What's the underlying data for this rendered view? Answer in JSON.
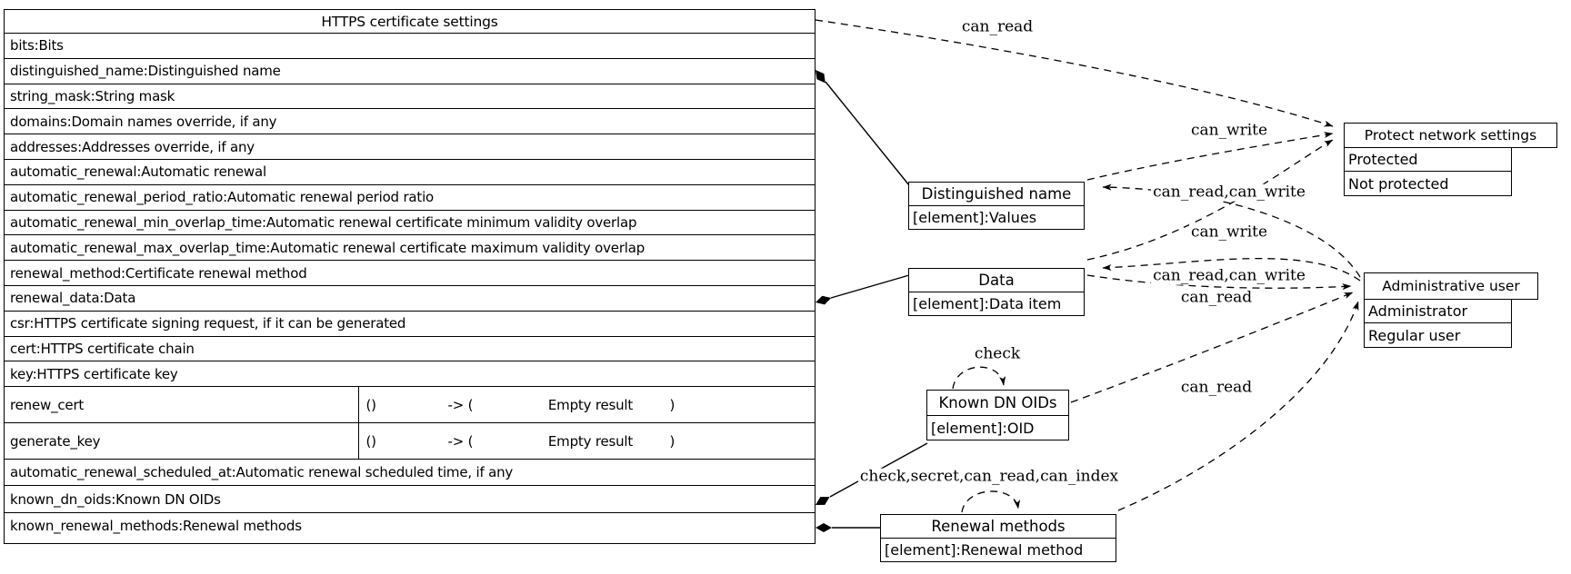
{
  "main_table": {
    "title": "HTTPS certificate settings",
    "rows_top": [
      "bits:Bits",
      "distinguished_name:Distinguished name",
      "string_mask:String mask",
      "domains:Domain names override, if any",
      "addresses:Addresses override, if any",
      "automatic_renewal:Automatic renewal",
      "automatic_renewal_period_ratio:Automatic renewal period ratio",
      "automatic_renewal_min_overlap_time:Automatic renewal certificate minimum validity overlap",
      "automatic_renewal_max_overlap_time:Automatic renewal certificate maximum validity overlap",
      "renewal_method:Certificate renewal method",
      "renewal_data:Data",
      "csr:HTTPS certificate signing request, if it can be generated",
      "cert:HTTPS certificate chain",
      "key:HTTPS certificate key"
    ],
    "fn_rows": [
      {
        "label": "renew_cert",
        "args": "()",
        "arrow": "-> (",
        "result": "Empty result",
        "close": ")"
      },
      {
        "label": "generate_key",
        "args": "()",
        "arrow": "-> (",
        "result": "Empty result",
        "close": ")"
      }
    ],
    "rows_bottom": [
      "automatic_renewal_scheduled_at:Automatic renewal scheduled time, if any",
      "known_dn_oids:Known DN OIDs",
      "known_renewal_methods:Renewal methods"
    ]
  },
  "nodes": {
    "distinguished_name": {
      "title": "Distinguished name",
      "element": "[element]:Values"
    },
    "data": {
      "title": "Data",
      "element": "[element]:Data item"
    },
    "known_dn_oids": {
      "title": "Known DN OIDs",
      "element": "[element]:OID"
    },
    "renewal_methods": {
      "title": "Renewal methods",
      "element": "[element]:Renewal method"
    },
    "protect_network_settings": {
      "title": "Protect network settings",
      "values": [
        "Protected",
        "Not protected"
      ]
    },
    "administrative_user": {
      "title": "Administrative user",
      "values": [
        "Administrator",
        "Regular user"
      ]
    }
  },
  "edge_labels": {
    "table_to_protect": "can_read",
    "dn_to_protect": "can_write",
    "admin_to_dn": "can_read,can_write",
    "data_to_protect": "can_write",
    "admin_to_data": "can_read,can_write",
    "data_to_admin": "can_read",
    "kdo_to_admin": "can_read",
    "kdo_self_check": "check",
    "rm_self_check": "check,secret,can_read,can_index"
  }
}
